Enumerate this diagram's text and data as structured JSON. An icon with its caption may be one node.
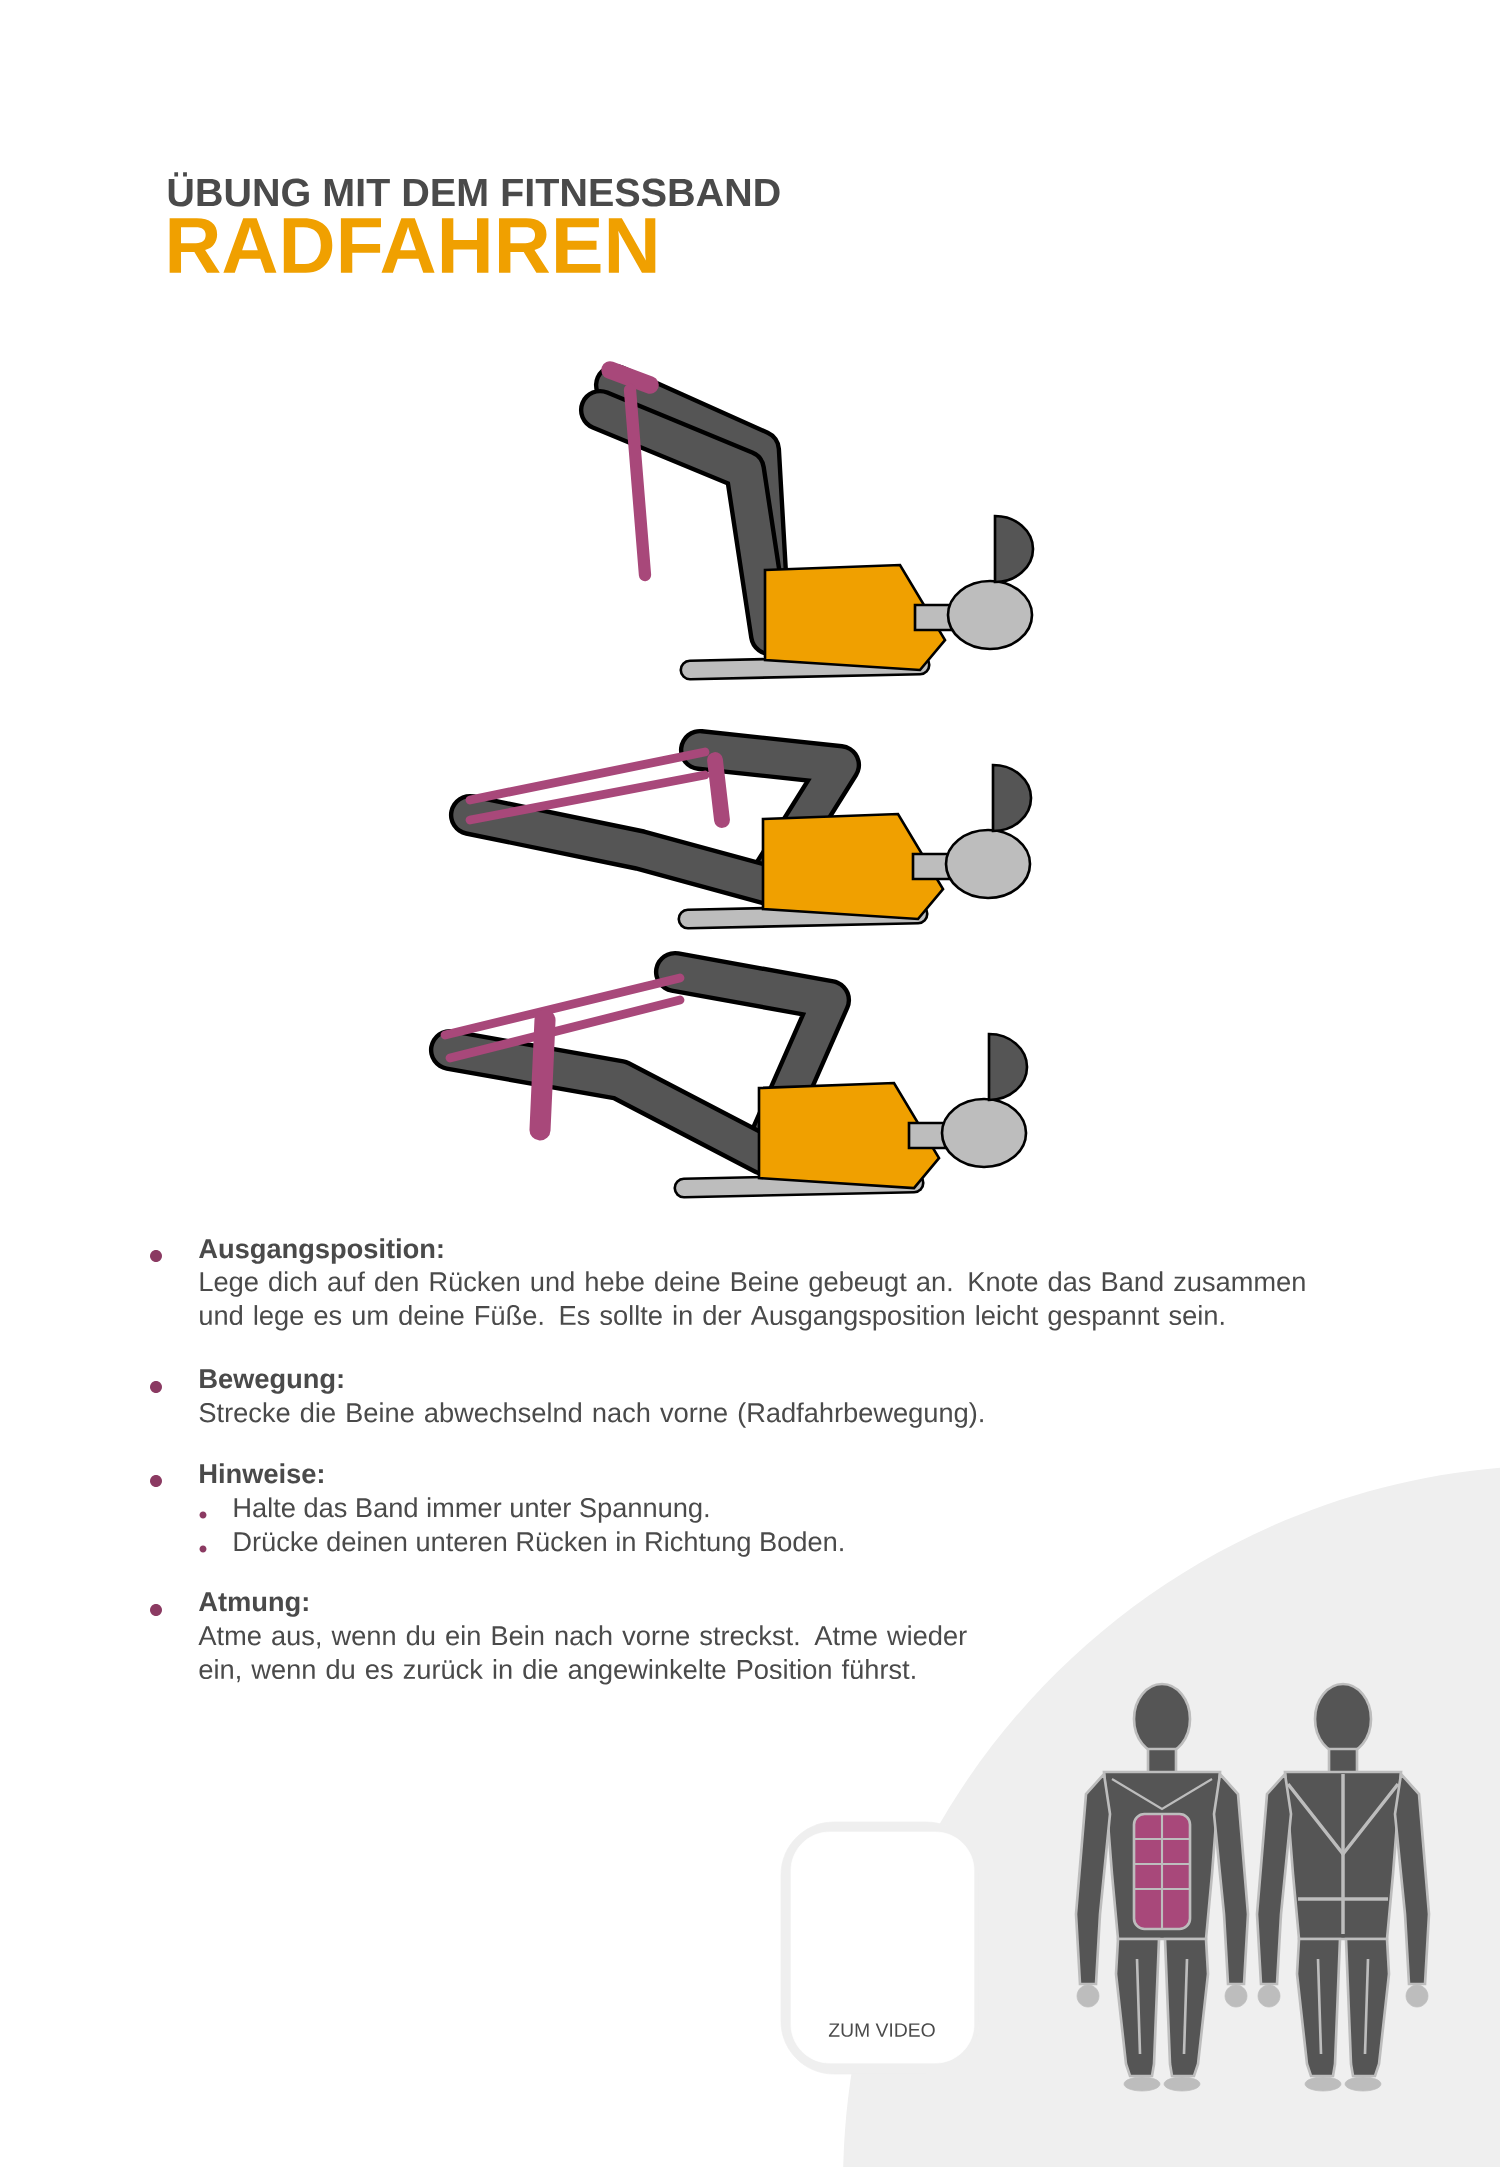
{
  "diagram": {
    "title": "RADFAHREN",
    "nodes": [
      {
        "text": [
          "ZUM VIDEO"
        ]
      }
    ],
    "labels": [
      "ÜBUNG MIT DEM FITNESSBAND",
      "Ausgangsposition:",
      "Lege dich auf den Rücken und hebe deine Beine gebeugt an. Knote das Band zusammen und lege es um deine Füße. Es sollte in der Ausgangsposition leicht gespannt sein.",
      "Bewegung:",
      "Strecke die Beine abwechselnd nach vorne (Radfahrbewegung).",
      "Hinweise:",
      "Halte das Band immer unter Spannung.",
      "Drücke deinen unteren Rücken in Richtung Boden.",
      "Atmung:",
      "Atme aus, wenn du ein Bein nach vorne streckst. Atme wieder ein, wenn du es zurück in die angewinkelte Position führst."
    ]
  }
}
